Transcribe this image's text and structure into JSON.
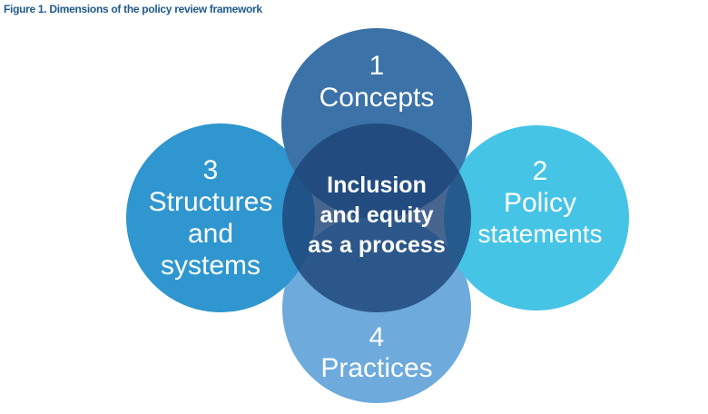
{
  "title": "Figure 1. Dimensions of the policy review framework",
  "center": {
    "lines": [
      "Inclusion",
      "and equity",
      "as a process"
    ]
  },
  "dimensions": [
    {
      "number": "1",
      "lines": [
        "Concepts"
      ],
      "color": "#3b72a8"
    },
    {
      "number": "2",
      "lines": [
        "Policy",
        "statements"
      ],
      "color": "#45c4e6"
    },
    {
      "number": "3",
      "lines": [
        "Structures",
        "and",
        "systems"
      ],
      "color": "#2f96cf"
    },
    {
      "number": "4",
      "lines": [
        "Practices"
      ],
      "color": "#6eaadc"
    }
  ],
  "center_color": "#1d4478"
}
